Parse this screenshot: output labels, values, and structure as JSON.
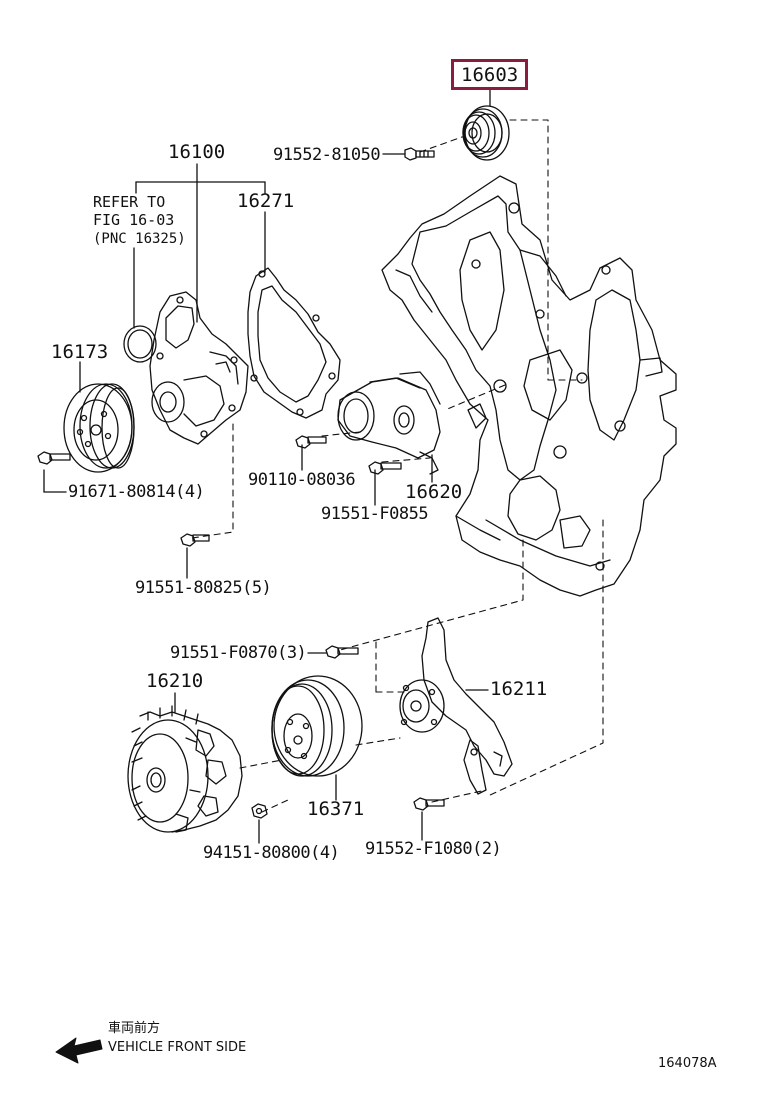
{
  "highlight": {
    "part_number": "16603",
    "color": "#8a1d3e"
  },
  "labels": {
    "p91552_81050": "91552-81050",
    "p16100": "16100",
    "refer_line1": "REFER TO",
    "refer_line2": "FIG 16-03",
    "refer_line3": "(PNC 16325)",
    "p16271": "16271",
    "p16173": "16173",
    "p91671": "91671-80814(4)",
    "p90110": "90110-08036",
    "p16620": "16620",
    "p91551_f0855": "91551-F0855",
    "p91551_80825": "91551-80825(5)",
    "p91551_f0870": "91551-F0870(3)",
    "p16210": "16210",
    "p16211": "16211",
    "p16371": "16371",
    "p94151": "94151-80800(4)",
    "p91552_f1080": "91552-F1080(2)"
  },
  "footer": {
    "front_jp": "車両前方",
    "front_en": "VEHICLE FRONT SIDE",
    "figure_code": "164078A"
  },
  "icons": [
    "vehicle-front-arrow-icon"
  ]
}
